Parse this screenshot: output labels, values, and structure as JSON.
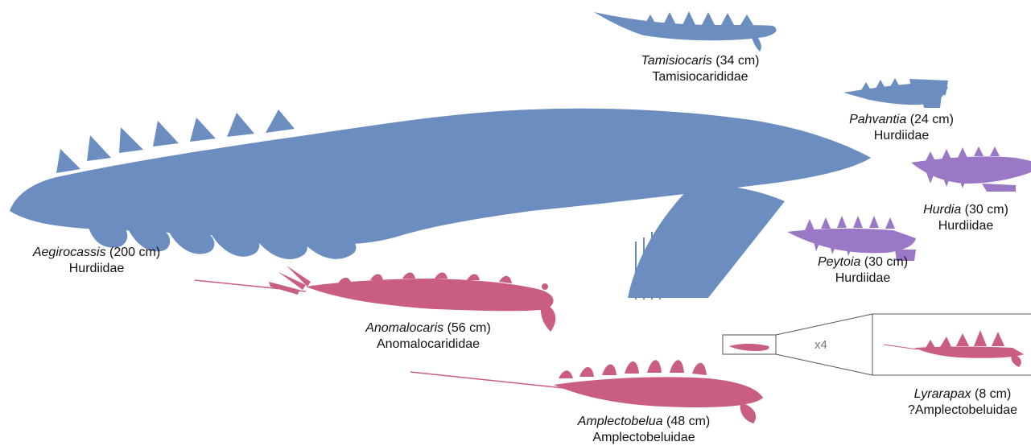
{
  "colors": {
    "hurdiid_blue": "#6b8dbf",
    "hurdia_purple": "#9b78c6",
    "anomalocarid_pink": "#c95e80",
    "inset_line": "#555555",
    "text": "#111111"
  },
  "specimens": [
    {
      "genus": "Aegirocassis",
      "size": "(200 cm)",
      "family": "Hurdiidae"
    },
    {
      "genus": "Tamisiocaris",
      "size": "(34 cm)",
      "family": "Tamisiocarididae"
    },
    {
      "genus": "Pahvantia",
      "size": "(24 cm)",
      "family": "Hurdiidae"
    },
    {
      "genus": "Hurdia",
      "size": "(30 cm)",
      "family": "Hurdiidae"
    },
    {
      "genus": "Peytoia",
      "size": "(30 cm)",
      "family": "Hurdiidae"
    },
    {
      "genus": "Anomalocaris",
      "size": "(56 cm)",
      "family": "Anomalocarididae"
    },
    {
      "genus": "Amplectobelua",
      "size": "(48 cm)",
      "family": "Amplectobeluidae"
    },
    {
      "genus": "Lyrarapax",
      "size": "(8 cm)",
      "family": "?Amplectobeluidae"
    }
  ],
  "inset": {
    "magnification": "x4"
  }
}
